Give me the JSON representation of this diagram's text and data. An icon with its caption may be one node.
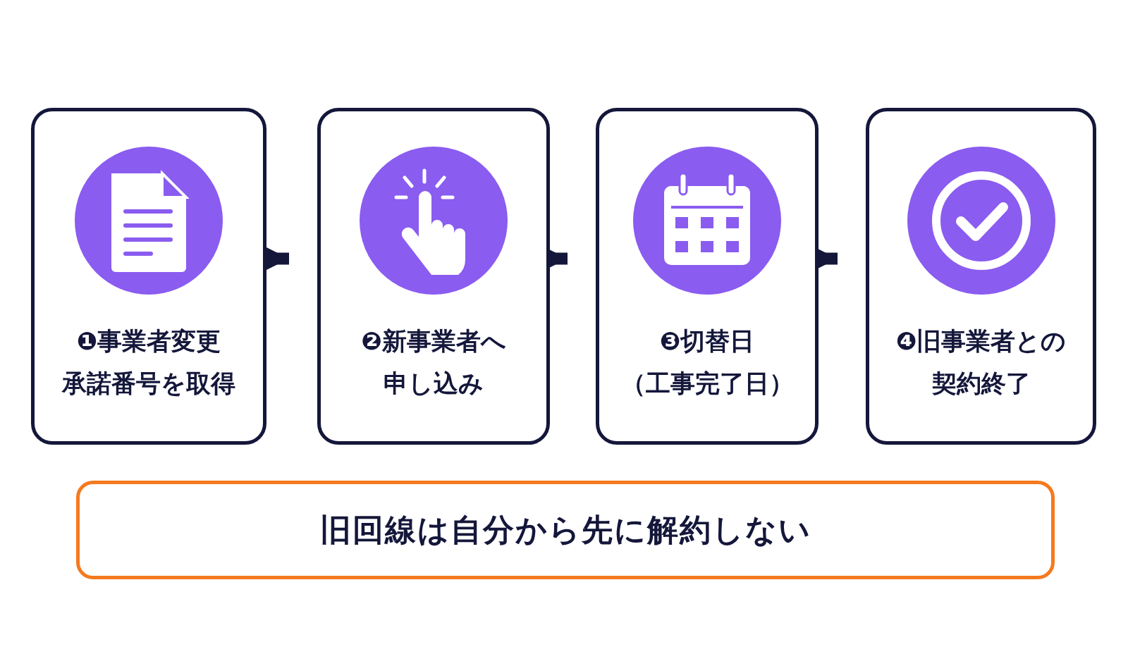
{
  "diagram": {
    "nodes": [
      {
        "text": [
          "❶事業者変更承諾番号を取得"
        ]
      },
      {
        "text": [
          "❷新事業者へ申し込み"
        ]
      },
      {
        "text": [
          "❸切替日（工事完了日）"
        ]
      },
      {
        "text": [
          "❹旧事業者との契約終了"
        ]
      },
      {
        "text": [
          "旧回線は自分から先に解約しない"
        ]
      }
    ],
    "edges": [
      {
        "from": 0,
        "to": 1,
        "arrow": "to"
      },
      {
        "from": 1,
        "to": 2,
        "arrow": "to"
      },
      {
        "from": 2,
        "to": 3,
        "arrow": "to"
      }
    ]
  }
}
